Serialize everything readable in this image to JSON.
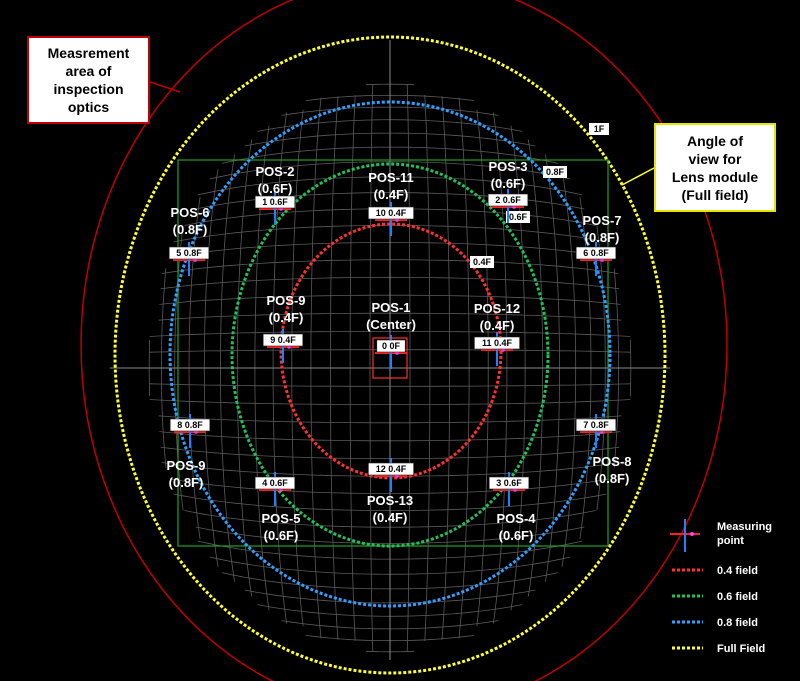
{
  "callouts": {
    "measurement_area": "Measrement\narea of\ninspection\noptics",
    "angle_of_view": "Angle of\nview for\nLens module\n(Full field)"
  },
  "colors": {
    "field_04": "#ff3030",
    "field_06": "#22c05a",
    "field_08": "#30a0ff",
    "full_field": "#ffff33",
    "outer_area": "#c00000",
    "rect": "#22a022",
    "grid": "#5a5a5a",
    "cross_horizontal": "#ff2020",
    "cross_vertical": "#2080ff",
    "cross_dot": "#ff40ff"
  },
  "positions": [
    {
      "name": "POS-1",
      "field": "(Center)",
      "tag": "0 0F"
    },
    {
      "name": "POS-2",
      "field": "(0.6F)",
      "tag": "1 0.6F"
    },
    {
      "name": "POS-3",
      "field": "(0.6F)",
      "tag": "2 0.6F"
    },
    {
      "name": "POS-4",
      "field": "(0.6F)",
      "tag": "3 0.6F"
    },
    {
      "name": "POS-5",
      "field": "(0.6F)",
      "tag": "4 0.6F"
    },
    {
      "name": "POS-6",
      "field": "(0.8F)",
      "tag": "5 0.8F"
    },
    {
      "name": "POS-7",
      "field": "(0.8F)",
      "tag": "6 0.8F"
    },
    {
      "name": "POS-8",
      "field": "(0.8F)",
      "tag": "7 0.8F"
    },
    {
      "name": "POS-9",
      "field": "(0.8F)",
      "tag": "8 0.8F"
    },
    {
      "name": "POS-9",
      "field": "(0.4F)",
      "tag": "9 0.4F"
    },
    {
      "name": "POS-11",
      "field": "(0.4F)",
      "tag": "10 0.4F"
    },
    {
      "name": "POS-12",
      "field": "(0.4F)",
      "tag": "11 0.4F"
    },
    {
      "name": "POS-13",
      "field": "(0.4F)",
      "tag": "12 0.4F"
    }
  ],
  "ring_tags": [
    "1F",
    "0.8F",
    "0.6F",
    "0.4F"
  ],
  "legend": {
    "measuring_point": "Measuring\npoint",
    "field_04": "0.4 field",
    "field_06": "0.6 field",
    "field_08": "0.8 field",
    "full_field": "Full Field"
  }
}
